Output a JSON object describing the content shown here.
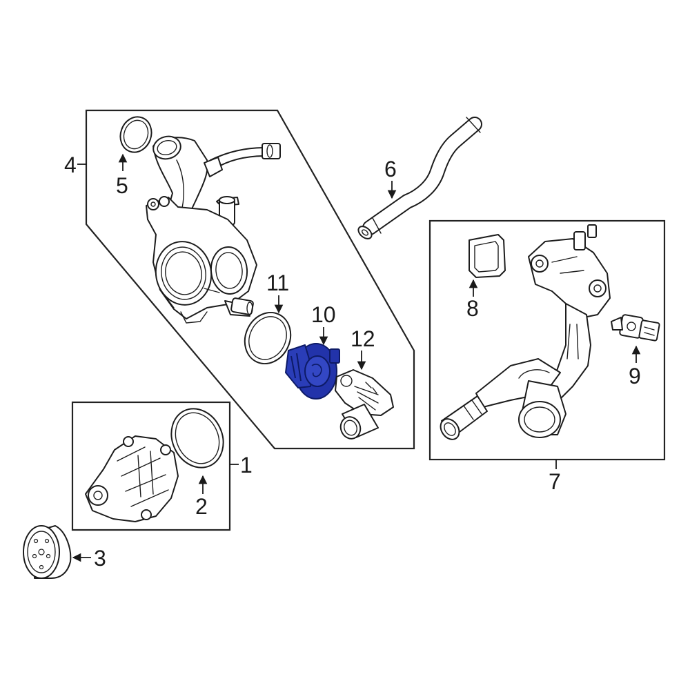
{
  "callouts": {
    "c1": "1",
    "c2": "2",
    "c3": "3",
    "c4": "4",
    "c5": "5",
    "c6": "6",
    "c7": "7",
    "c8": "8",
    "c9": "9",
    "c10": "10",
    "c11": "11",
    "c12": "12"
  },
  "highlight": {
    "part": "10",
    "color": "#2233aa"
  },
  "colors": {
    "line": "#1c1c1c",
    "background": "#ffffff"
  }
}
